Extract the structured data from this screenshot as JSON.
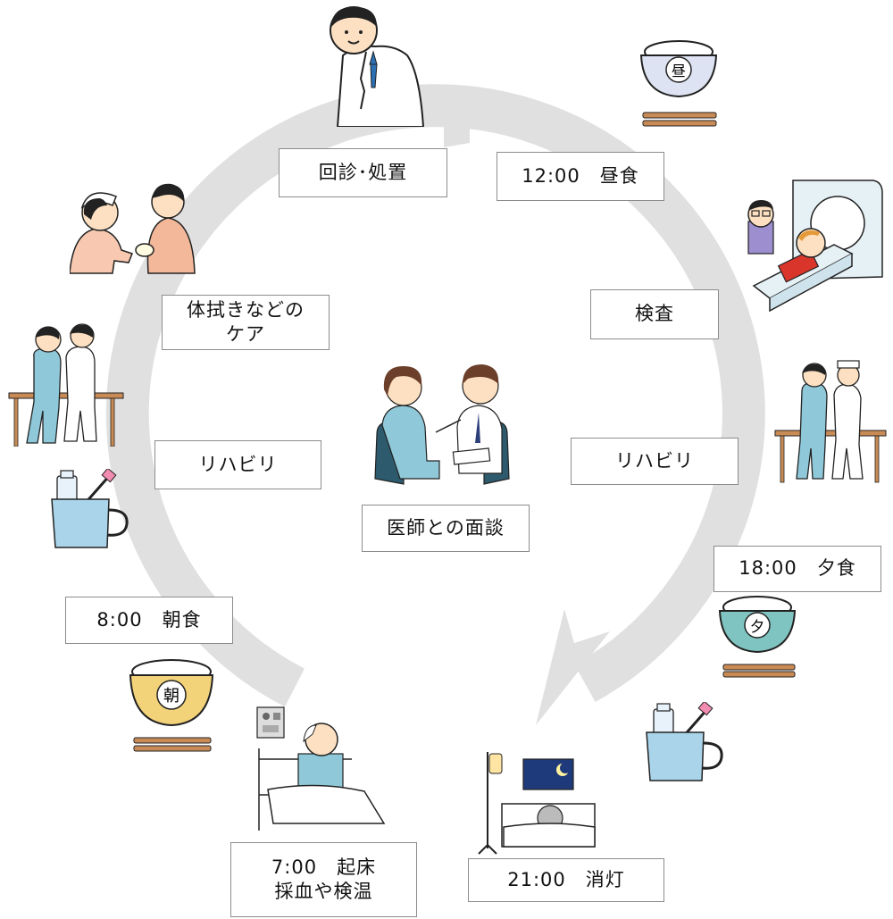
{
  "labels": {
    "rounds": "回診･処置",
    "lunch": "12:00　昼食",
    "exam": "検査",
    "care_line1": "体拭きなどの",
    "care_line2": "ケア",
    "rehab_left": "リハビリ",
    "rehab_right": "リハビリ",
    "interview": "医師との面談",
    "dinner": "18:00　夕食",
    "breakfast": "8:00　朝食",
    "wake_line1": "7:00　起床",
    "wake_line2": "採血や検温",
    "lights_out": "21:00　消灯"
  },
  "bowls": {
    "lunch_char": "昼",
    "dinner_char": "夕",
    "breakfast_char": "朝"
  },
  "colors": {
    "arrow": "#e0e0e0",
    "box_border": "#8c8c8c",
    "lunch_bowl": "#dde3f2",
    "dinner_bowl": "#7fc4c0",
    "breakfast_bowl": "#f3d37a",
    "cup": "#a9d4ea",
    "patient_shirt": "#8fc8d8",
    "night_sky": "#1f3a7a"
  }
}
